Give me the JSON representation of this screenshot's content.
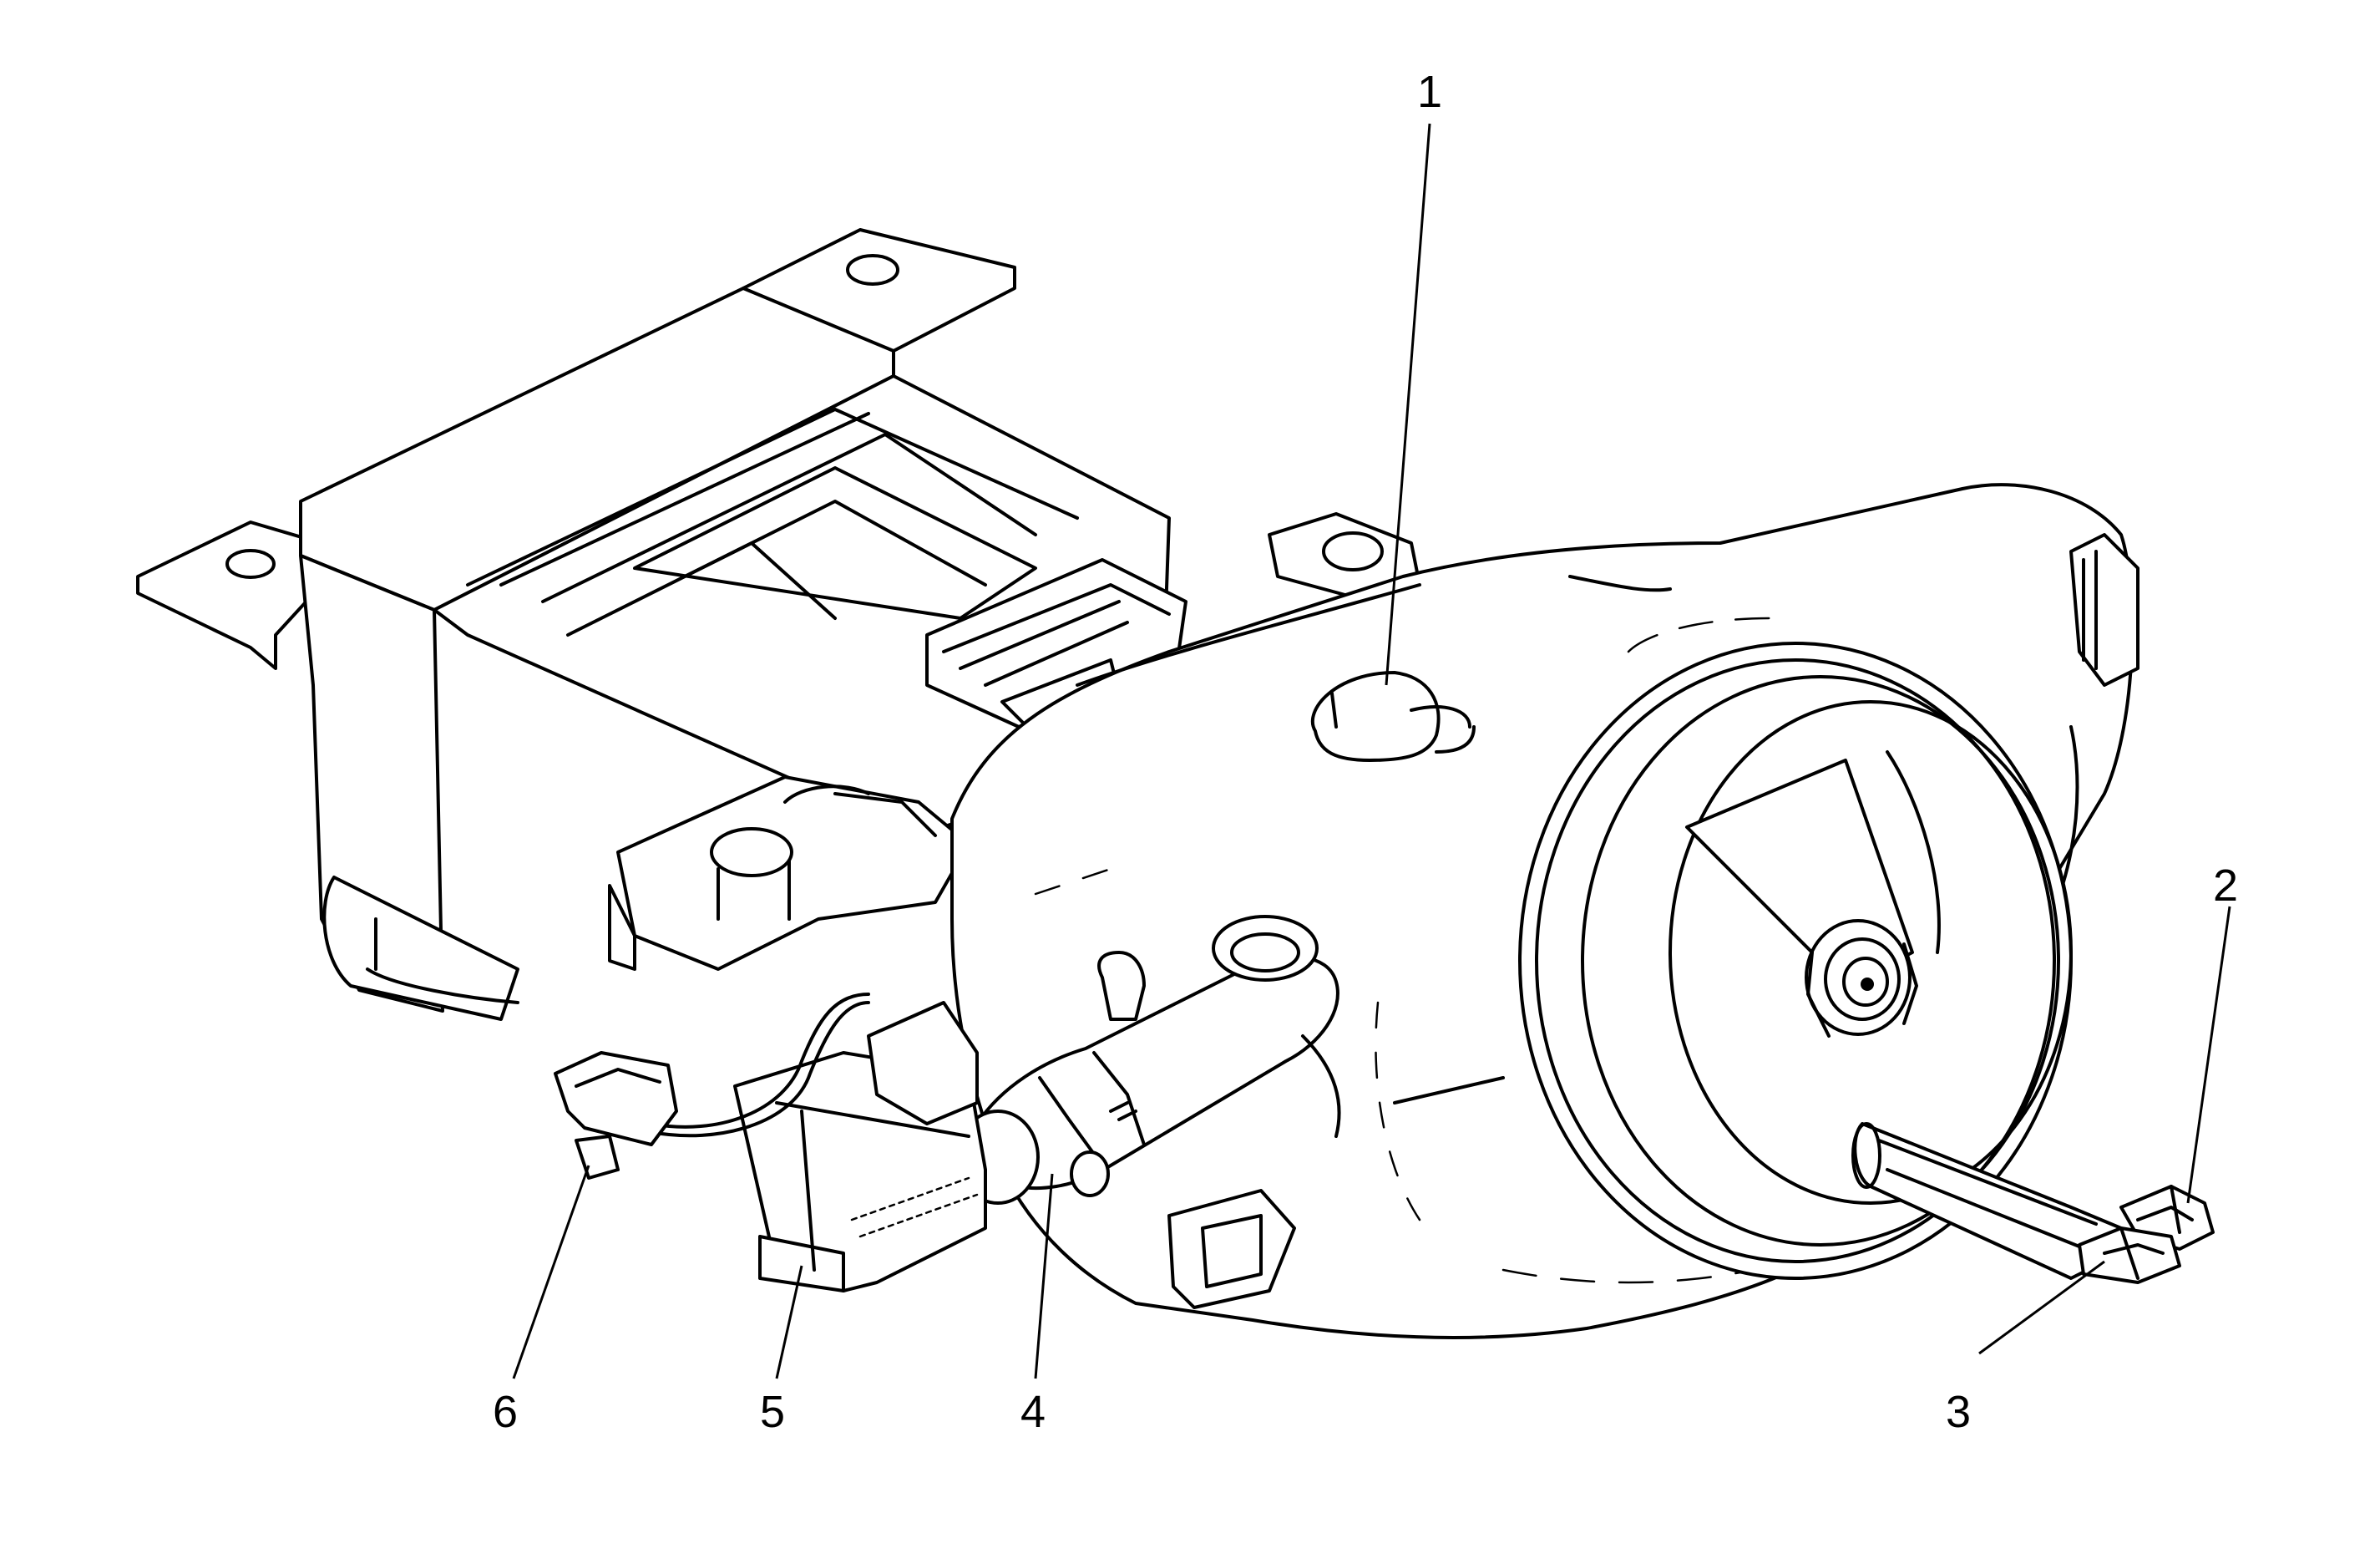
{
  "callouts": [
    {
      "id": "1",
      "label": "1"
    },
    {
      "id": "2",
      "label": "2"
    },
    {
      "id": "3",
      "label": "3"
    },
    {
      "id": "4",
      "label": "4"
    },
    {
      "id": "5",
      "label": "5"
    },
    {
      "id": "6",
      "label": "6"
    }
  ],
  "colors": {
    "stroke": "#000000",
    "background": "#ffffff"
  }
}
